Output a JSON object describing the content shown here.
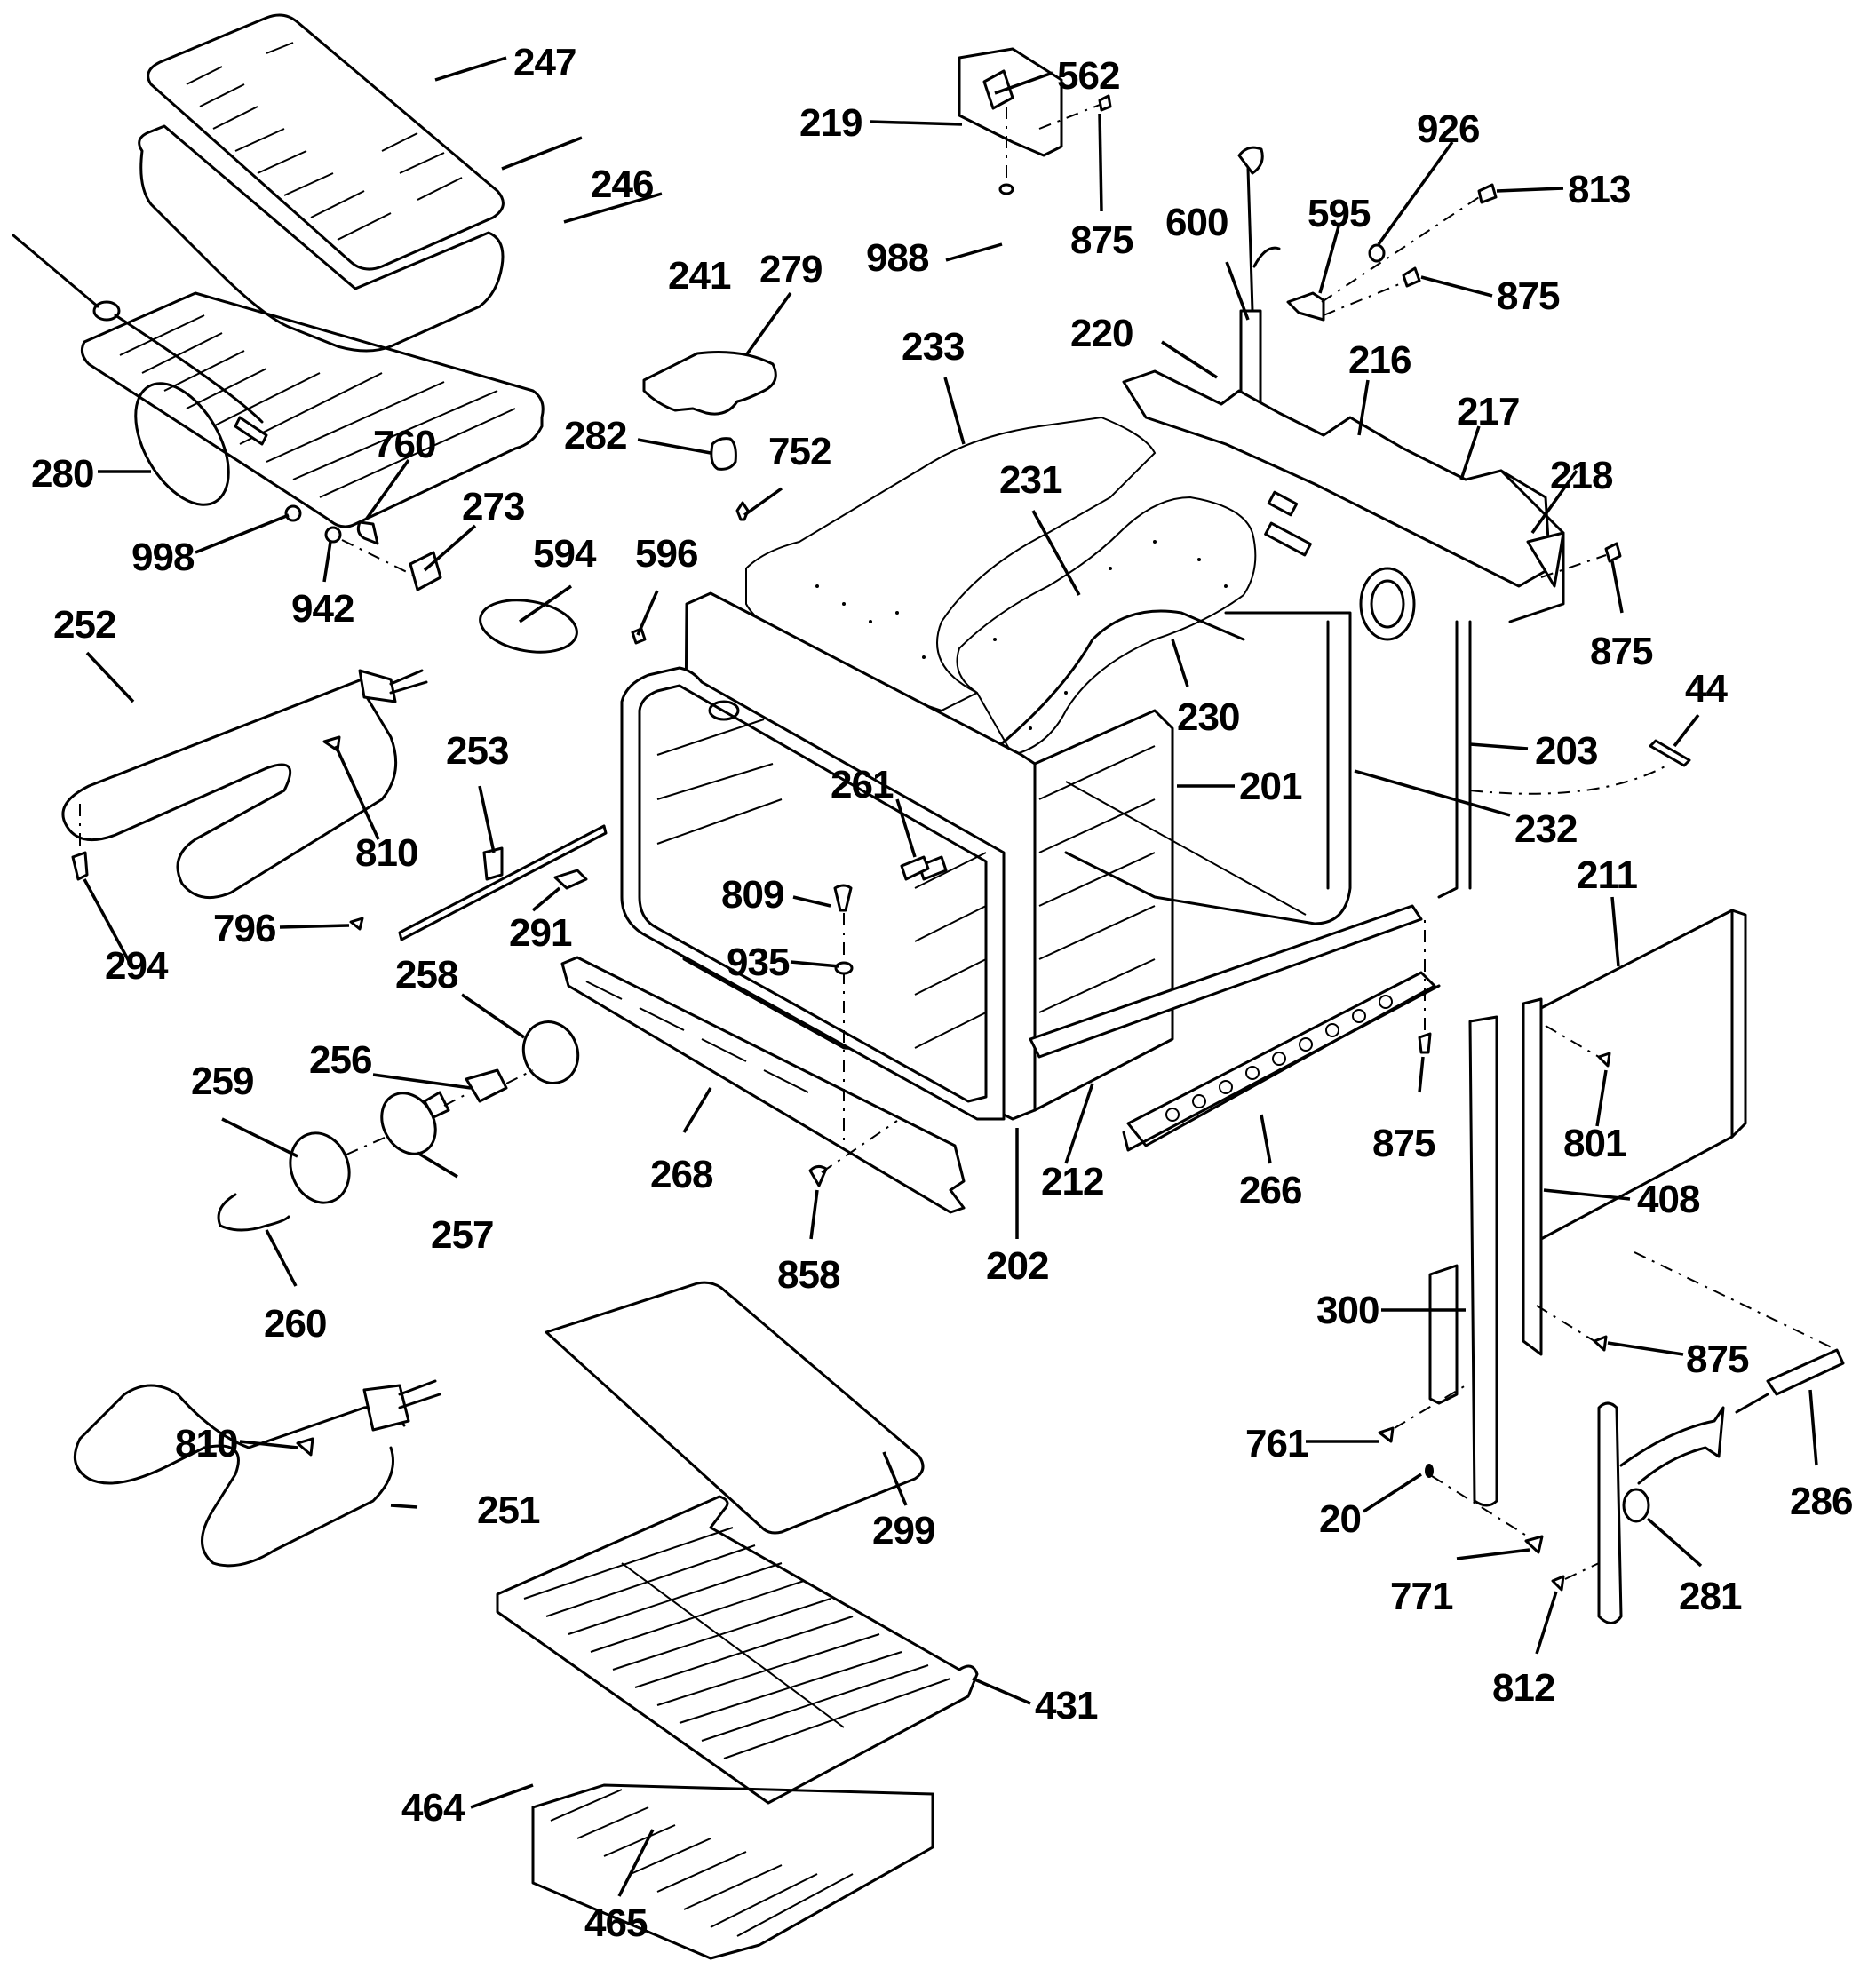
{
  "diagram": {
    "title": "Oven exploded parts diagram",
    "labels": [
      {
        "id": "p247",
        "text": "247"
      },
      {
        "id": "p246",
        "text": "246"
      },
      {
        "id": "p241",
        "text": "241"
      },
      {
        "id": "p219",
        "text": "219"
      },
      {
        "id": "p562",
        "text": "562"
      },
      {
        "id": "p875a",
        "text": "875"
      },
      {
        "id": "p988",
        "text": "988"
      },
      {
        "id": "p279",
        "text": "279"
      },
      {
        "id": "p926",
        "text": "926"
      },
      {
        "id": "p813",
        "text": "813"
      },
      {
        "id": "p600",
        "text": "600"
      },
      {
        "id": "p595",
        "text": "595"
      },
      {
        "id": "p875b",
        "text": "875"
      },
      {
        "id": "p220",
        "text": "220"
      },
      {
        "id": "p233",
        "text": "233"
      },
      {
        "id": "p216",
        "text": "216"
      },
      {
        "id": "p217",
        "text": "217"
      },
      {
        "id": "p218",
        "text": "218"
      },
      {
        "id": "p282",
        "text": "282"
      },
      {
        "id": "p752",
        "text": "752"
      },
      {
        "id": "p231",
        "text": "231"
      },
      {
        "id": "p280",
        "text": "280"
      },
      {
        "id": "p760",
        "text": "760"
      },
      {
        "id": "p273",
        "text": "273"
      },
      {
        "id": "p998",
        "text": "998"
      },
      {
        "id": "p942",
        "text": "942"
      },
      {
        "id": "p594",
        "text": "594"
      },
      {
        "id": "p596",
        "text": "596"
      },
      {
        "id": "p875c",
        "text": "875"
      },
      {
        "id": "p252",
        "text": "252"
      },
      {
        "id": "p230",
        "text": "230"
      },
      {
        "id": "p44",
        "text": "44"
      },
      {
        "id": "p203",
        "text": "203"
      },
      {
        "id": "p201",
        "text": "201"
      },
      {
        "id": "p253",
        "text": "253"
      },
      {
        "id": "p261",
        "text": "261"
      },
      {
        "id": "p232",
        "text": "232"
      },
      {
        "id": "p810a",
        "text": "810"
      },
      {
        "id": "p211",
        "text": "211"
      },
      {
        "id": "p809",
        "text": "809"
      },
      {
        "id": "p796",
        "text": "796"
      },
      {
        "id": "p291",
        "text": "291"
      },
      {
        "id": "p294",
        "text": "294"
      },
      {
        "id": "p935",
        "text": "935"
      },
      {
        "id": "p258",
        "text": "258"
      },
      {
        "id": "p256",
        "text": "256"
      },
      {
        "id": "p259",
        "text": "259"
      },
      {
        "id": "p875d",
        "text": "875"
      },
      {
        "id": "p801",
        "text": "801"
      },
      {
        "id": "p268",
        "text": "268"
      },
      {
        "id": "p212",
        "text": "212"
      },
      {
        "id": "p266",
        "text": "266"
      },
      {
        "id": "p408",
        "text": "408"
      },
      {
        "id": "p257",
        "text": "257"
      },
      {
        "id": "p858",
        "text": "858"
      },
      {
        "id": "p202",
        "text": "202"
      },
      {
        "id": "p260",
        "text": "260"
      },
      {
        "id": "p300",
        "text": "300"
      },
      {
        "id": "p875e",
        "text": "875"
      },
      {
        "id": "p810b",
        "text": "810"
      },
      {
        "id": "p761",
        "text": "761"
      },
      {
        "id": "p251",
        "text": "251"
      },
      {
        "id": "p20",
        "text": "20"
      },
      {
        "id": "p286",
        "text": "286"
      },
      {
        "id": "p299",
        "text": "299"
      },
      {
        "id": "p771",
        "text": "771"
      },
      {
        "id": "p281",
        "text": "281"
      },
      {
        "id": "p812",
        "text": "812"
      },
      {
        "id": "p431",
        "text": "431"
      },
      {
        "id": "p464",
        "text": "464"
      },
      {
        "id": "p465",
        "text": "465"
      }
    ]
  }
}
